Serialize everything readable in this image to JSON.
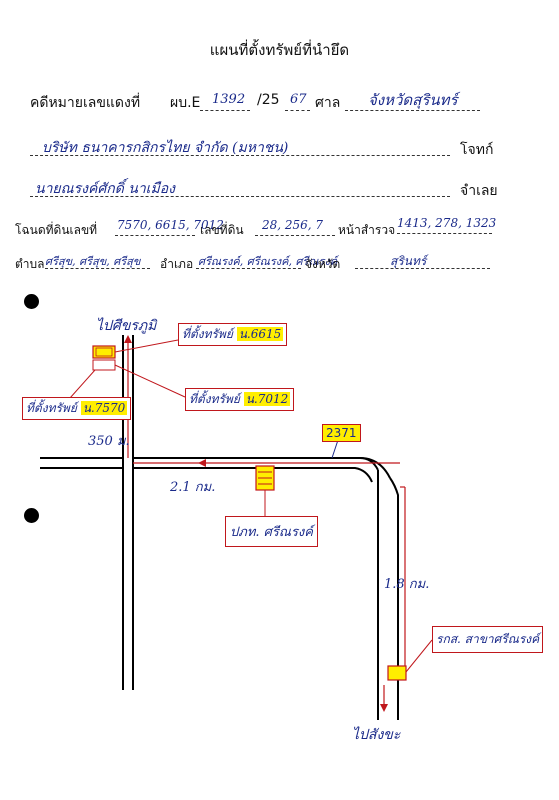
{
  "doc": {
    "title": "แผนที่ตั้งทรัพย์ที่นำยึด",
    "case_label": "คดีหมายเลขแดงที่",
    "case_prefix": "ผบ.E",
    "case_num": "1392",
    "case_sep": "/25",
    "case_year": "67",
    "court_label": "ศาล",
    "court_name": "จังหวัดสุรินทร์",
    "plaintiff_name": "บริษัท ธนาคารกสิกรไทย จำกัด (มหาชน)",
    "plaintiff_label": "โจทก์",
    "defendant_name": "นายณรงค์ศักดิ์ นาเมือง",
    "defendant_label": "จำเลย",
    "deed_label": "โฉนดที่ดินเลขที่",
    "deed_nums": "7570, 6615, 7012",
    "land_label": "เลขที่ดิน",
    "land_nums": "28, 256, 7",
    "survey_label": "หน้าสำรวจ",
    "survey_nums": "1413, 278, 1323",
    "tambon_label": "ตำบล",
    "tambon_value": "ศรีสุข, ศรีสุข, ศรีสุข",
    "amphoe_label": "อำเภอ",
    "amphoe_value": "ศรีณรงค์, ศรีณรงค์, ศรีณรงค์",
    "province_label": "จังหวัด",
    "province_value": "สุรินทร์"
  },
  "map": {
    "to_north": "ไปศีขรภูมิ",
    "to_south": "ไปสังขะ",
    "box_6615_text": "ที่ตั้งทรัพย์",
    "box_6615_num": "น.6615",
    "box_7012_text": "ที่ตั้งทรัพย์",
    "box_7012_num": "น.7012",
    "box_7570_text": "ที่ตั้งทรัพย์",
    "box_7570_num": "น.7570",
    "dist_350": "350 ม.",
    "road_2371": "2371",
    "dist_21": "2.1 กม.",
    "dist_18": "1.8 กม.",
    "police": "ปภท. ศรีณรงค์",
    "school": "รกส. สาขาศรีณรงค์"
  }
}
